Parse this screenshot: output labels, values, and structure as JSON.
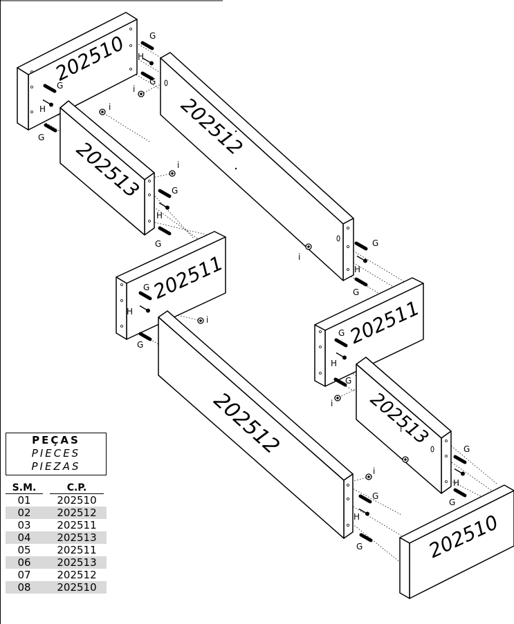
{
  "parts": {
    "p1": "202510",
    "p2": "202512",
    "p3": "202513",
    "p4": "202511",
    "p5": "202512",
    "p6": "202511",
    "p7": "202513",
    "p8": "202510"
  },
  "hardware": {
    "g": "G",
    "h": "H",
    "i": "i"
  },
  "table": {
    "title_pt": "PEÇAS",
    "title_en": "PIECES",
    "title_es": "PIEZAS",
    "col_sm": "S.M.",
    "col_cp": "C.P.",
    "rows": [
      {
        "sm": "01",
        "cp": "202510"
      },
      {
        "sm": "02",
        "cp": "202512"
      },
      {
        "sm": "03",
        "cp": "202511"
      },
      {
        "sm": "04",
        "cp": "202513"
      },
      {
        "sm": "05",
        "cp": "202511"
      },
      {
        "sm": "06",
        "cp": "202513"
      },
      {
        "sm": "07",
        "cp": "202512"
      },
      {
        "sm": "08",
        "cp": "202510"
      }
    ]
  }
}
